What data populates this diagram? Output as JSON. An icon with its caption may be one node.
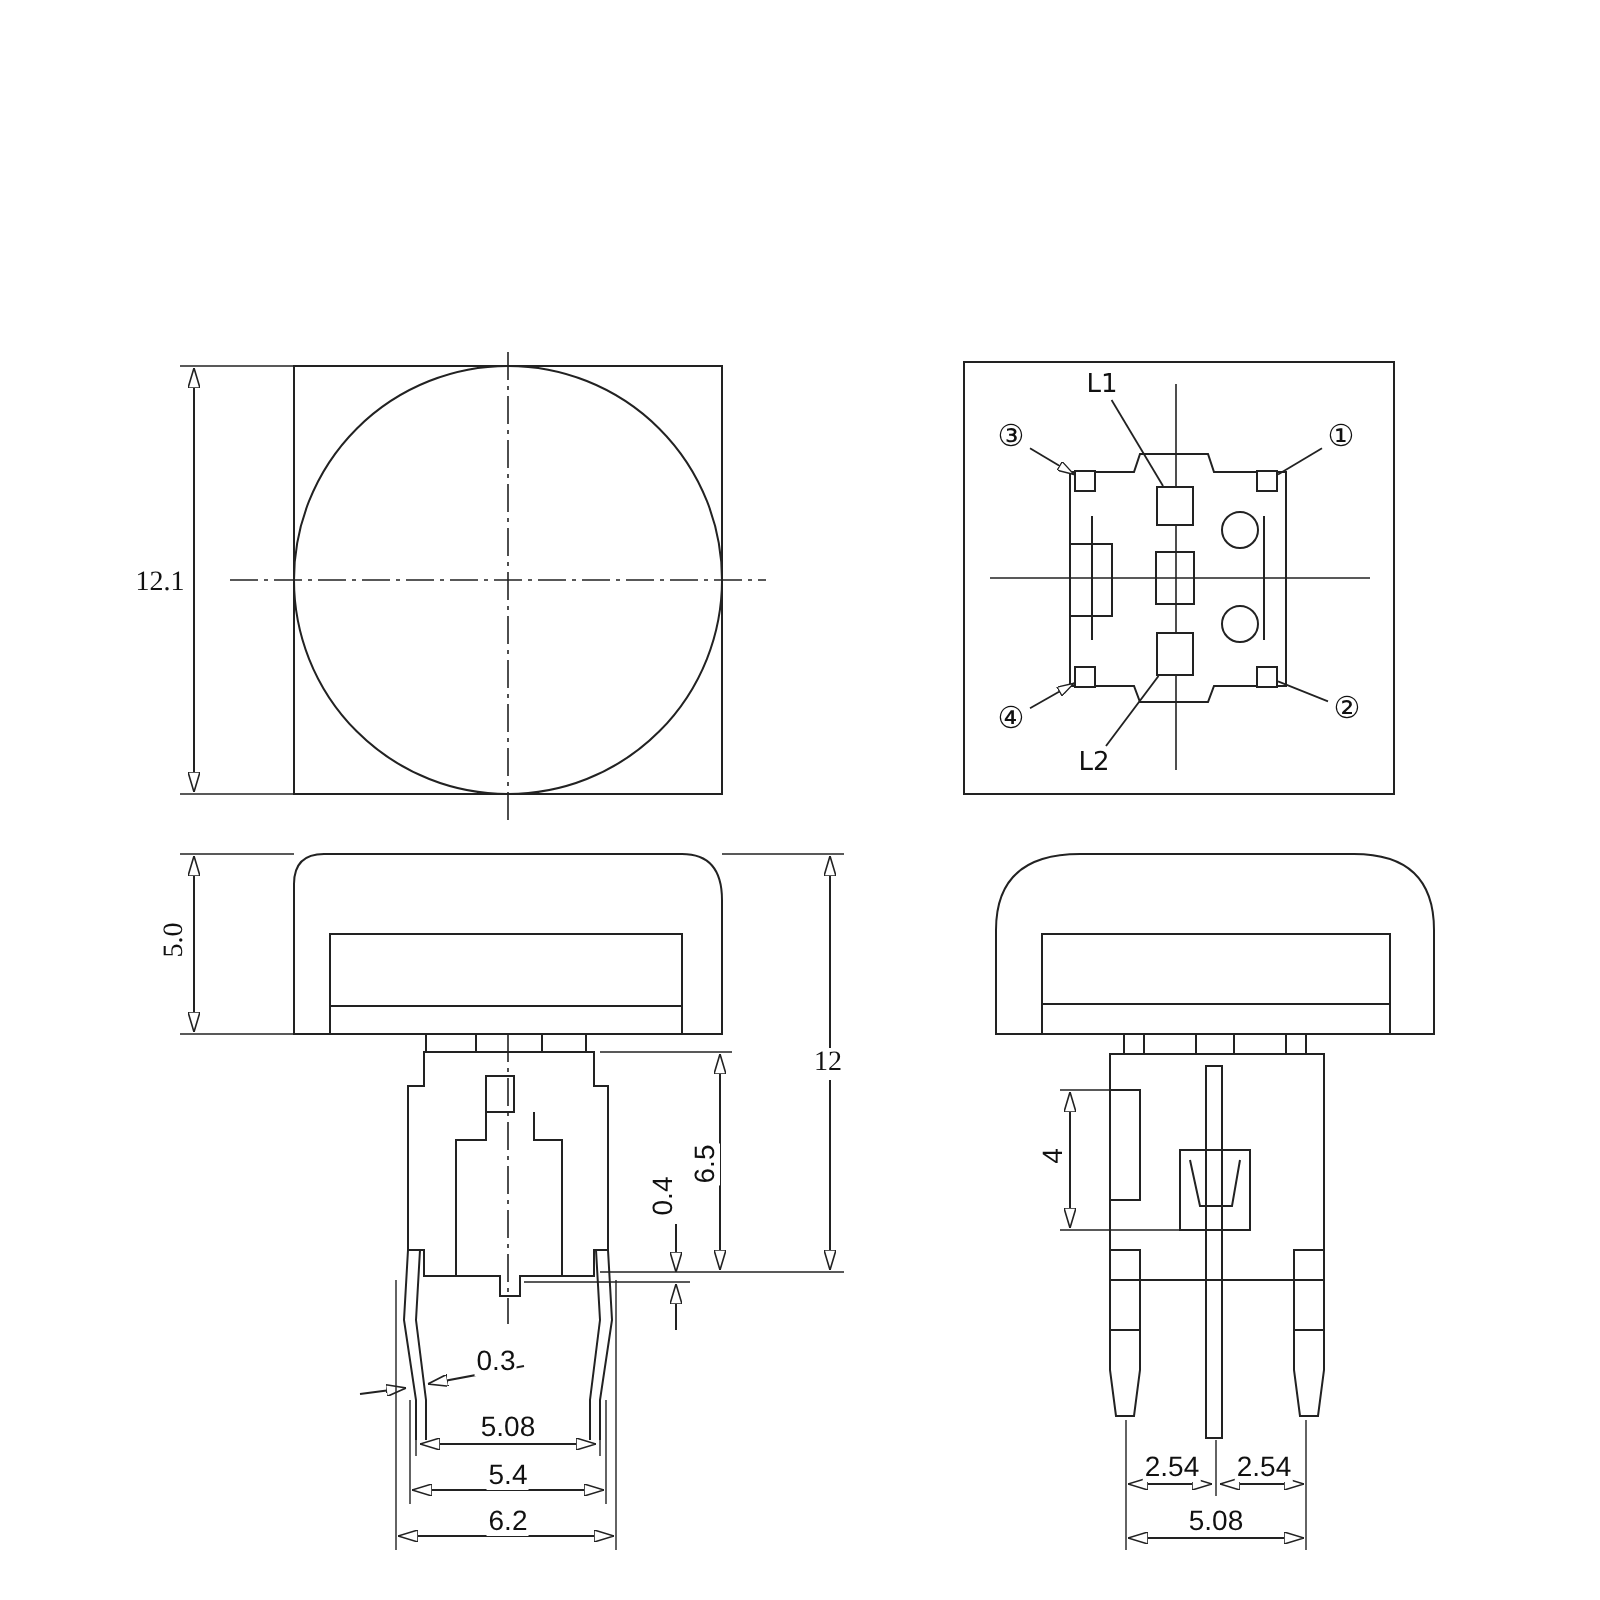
{
  "diagram": {
    "nodes": [
      {
        "text": [
          "L1"
        ]
      },
      {
        "text": [],
        "shape": "box"
      },
      {
        "text": [
          "③"
        ]
      },
      {
        "text": [],
        "shape": "box"
      },
      {
        "text": [
          "①"
        ]
      },
      {
        "text": [],
        "shape": "box"
      },
      {
        "text": [
          "④"
        ]
      },
      {
        "text": [],
        "shape": "box"
      },
      {
        "text": [
          "②"
        ]
      },
      {
        "text": [],
        "shape": "box"
      },
      {
        "text": [
          "L2"
        ]
      },
      {
        "text": [],
        "shape": "box"
      }
    ],
    "edges": [
      {
        "from": 0,
        "to": 1,
        "arrow": "none"
      },
      {
        "from": 2,
        "to": 3,
        "arrow": "to"
      },
      {
        "from": 4,
        "to": 5,
        "arrow": "none"
      },
      {
        "from": 6,
        "to": 7,
        "arrow": "to"
      },
      {
        "from": 8,
        "to": 9,
        "arrow": "none"
      },
      {
        "from": 10,
        "to": 11,
        "arrow": "none"
      }
    ],
    "labels": [
      "12.1",
      "5.0",
      "12",
      "6.5",
      "0.4",
      "4",
      "0.3",
      "5.08",
      "5.4",
      "6.2",
      "2.54",
      "2.54",
      "5.08"
    ]
  }
}
